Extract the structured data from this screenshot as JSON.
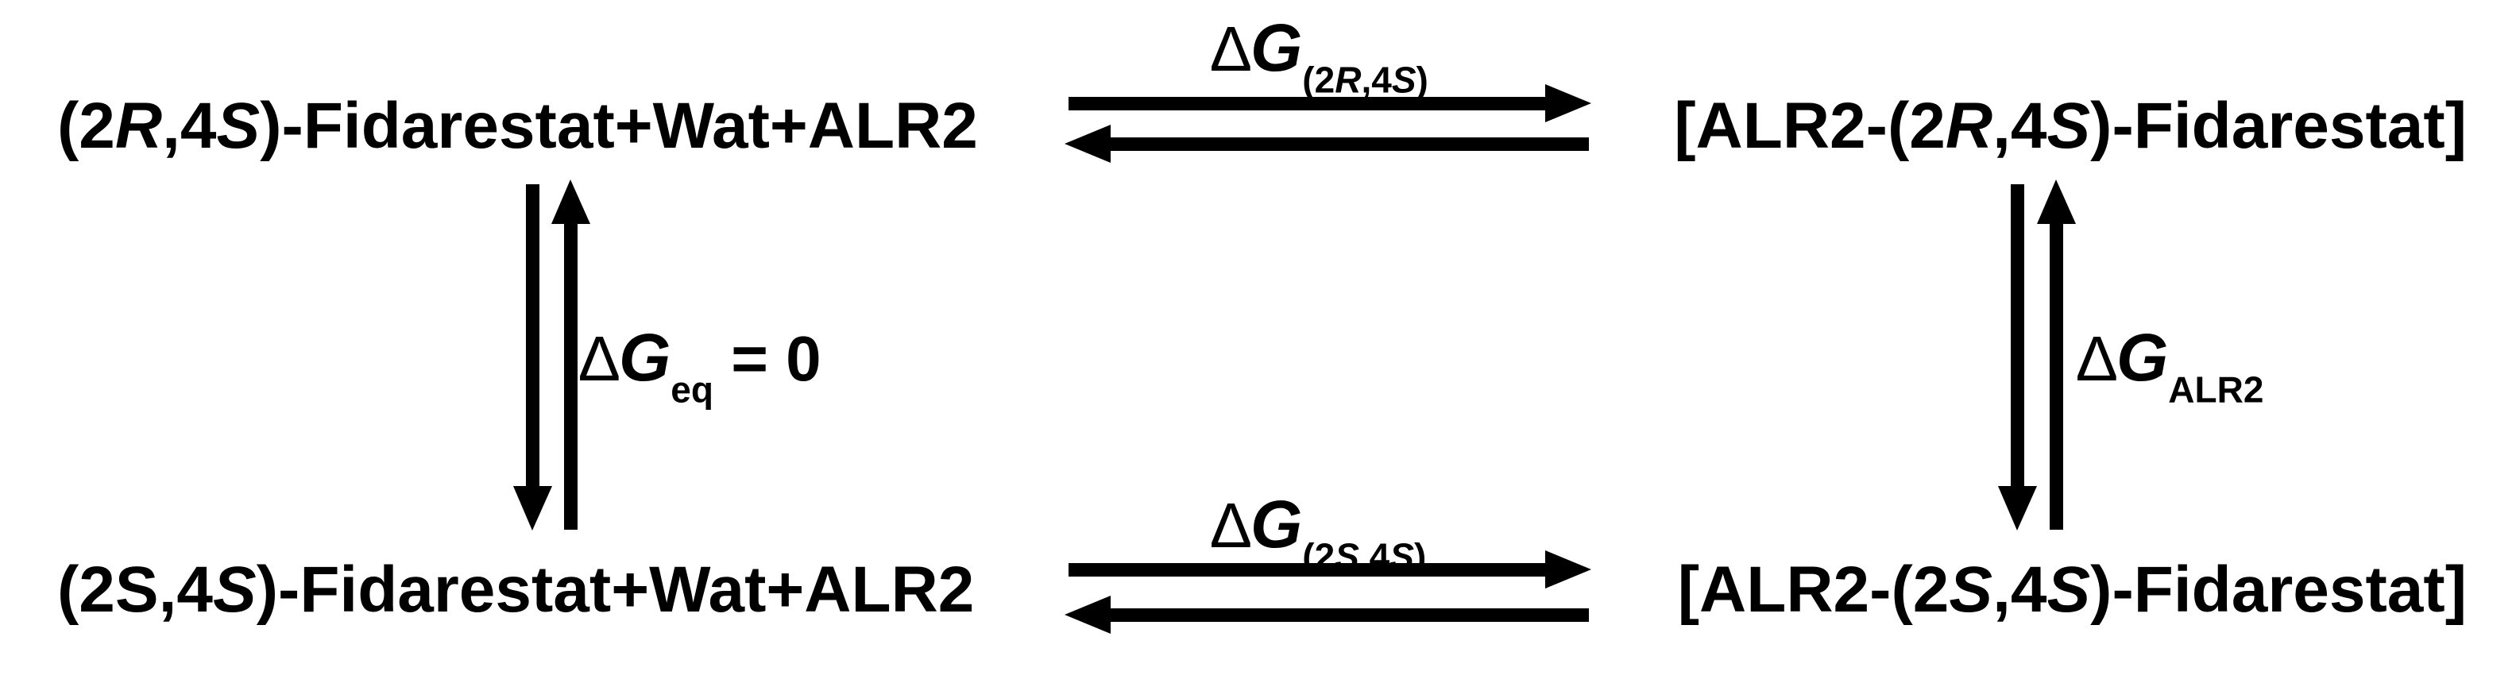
{
  "states": {
    "top_left": [
      {
        "t": "(2",
        "i": false
      },
      {
        "t": "R",
        "i": true
      },
      {
        "t": ",4",
        "i": false
      },
      {
        "t": "S",
        "i": true
      },
      {
        "t": ")-Fidarestat+Wat+ALR2",
        "i": false
      }
    ],
    "top_right": [
      {
        "t": "[ALR2-(2",
        "i": false
      },
      {
        "t": "R",
        "i": true
      },
      {
        "t": ",4",
        "i": false
      },
      {
        "t": "S",
        "i": true
      },
      {
        "t": ")-Fidarestat]",
        "i": false
      }
    ],
    "bottom_left": [
      {
        "t": "(2S,4",
        "i": false
      },
      {
        "t": "S",
        "i": true
      },
      {
        "t": ")-Fidarestat+Wat+ALR2",
        "i": false
      }
    ],
    "bottom_right": [
      {
        "t": "[ALR2-(2",
        "i": false
      },
      {
        "t": "S",
        "i": true
      },
      {
        "t": ",4",
        "i": false
      },
      {
        "t": "S",
        "i": true
      },
      {
        "t": ")-Fidarestat]",
        "i": false
      }
    ]
  },
  "energies": {
    "top": {
      "delta": "∆",
      "symbol": "G",
      "sub": [
        {
          "t": "(2",
          "i": false
        },
        {
          "t": "R",
          "i": true
        },
        {
          "t": ",4",
          "i": false
        },
        {
          "t": "S",
          "i": true
        },
        {
          "t": ")",
          "i": false
        }
      ],
      "rest": ""
    },
    "bottom": {
      "delta": "∆",
      "symbol": "G",
      "sub": [
        {
          "t": "(2",
          "i": false
        },
        {
          "t": "S",
          "i": true
        },
        {
          "t": ",4",
          "i": false
        },
        {
          "t": "S",
          "i": true
        },
        {
          "t": ")",
          "i": false
        }
      ],
      "rest": ""
    },
    "left": {
      "delta": "∆",
      "symbol": "G",
      "sub": [
        {
          "t": "eq",
          "i": false
        }
      ],
      "rest": " = 0"
    },
    "right": {
      "delta": "∆",
      "symbol": "G",
      "sub": [
        {
          "t": "ALR2",
          "i": false
        }
      ],
      "rest": ""
    }
  },
  "colors": {
    "ink": "#000000",
    "background": "#ffffff"
  }
}
